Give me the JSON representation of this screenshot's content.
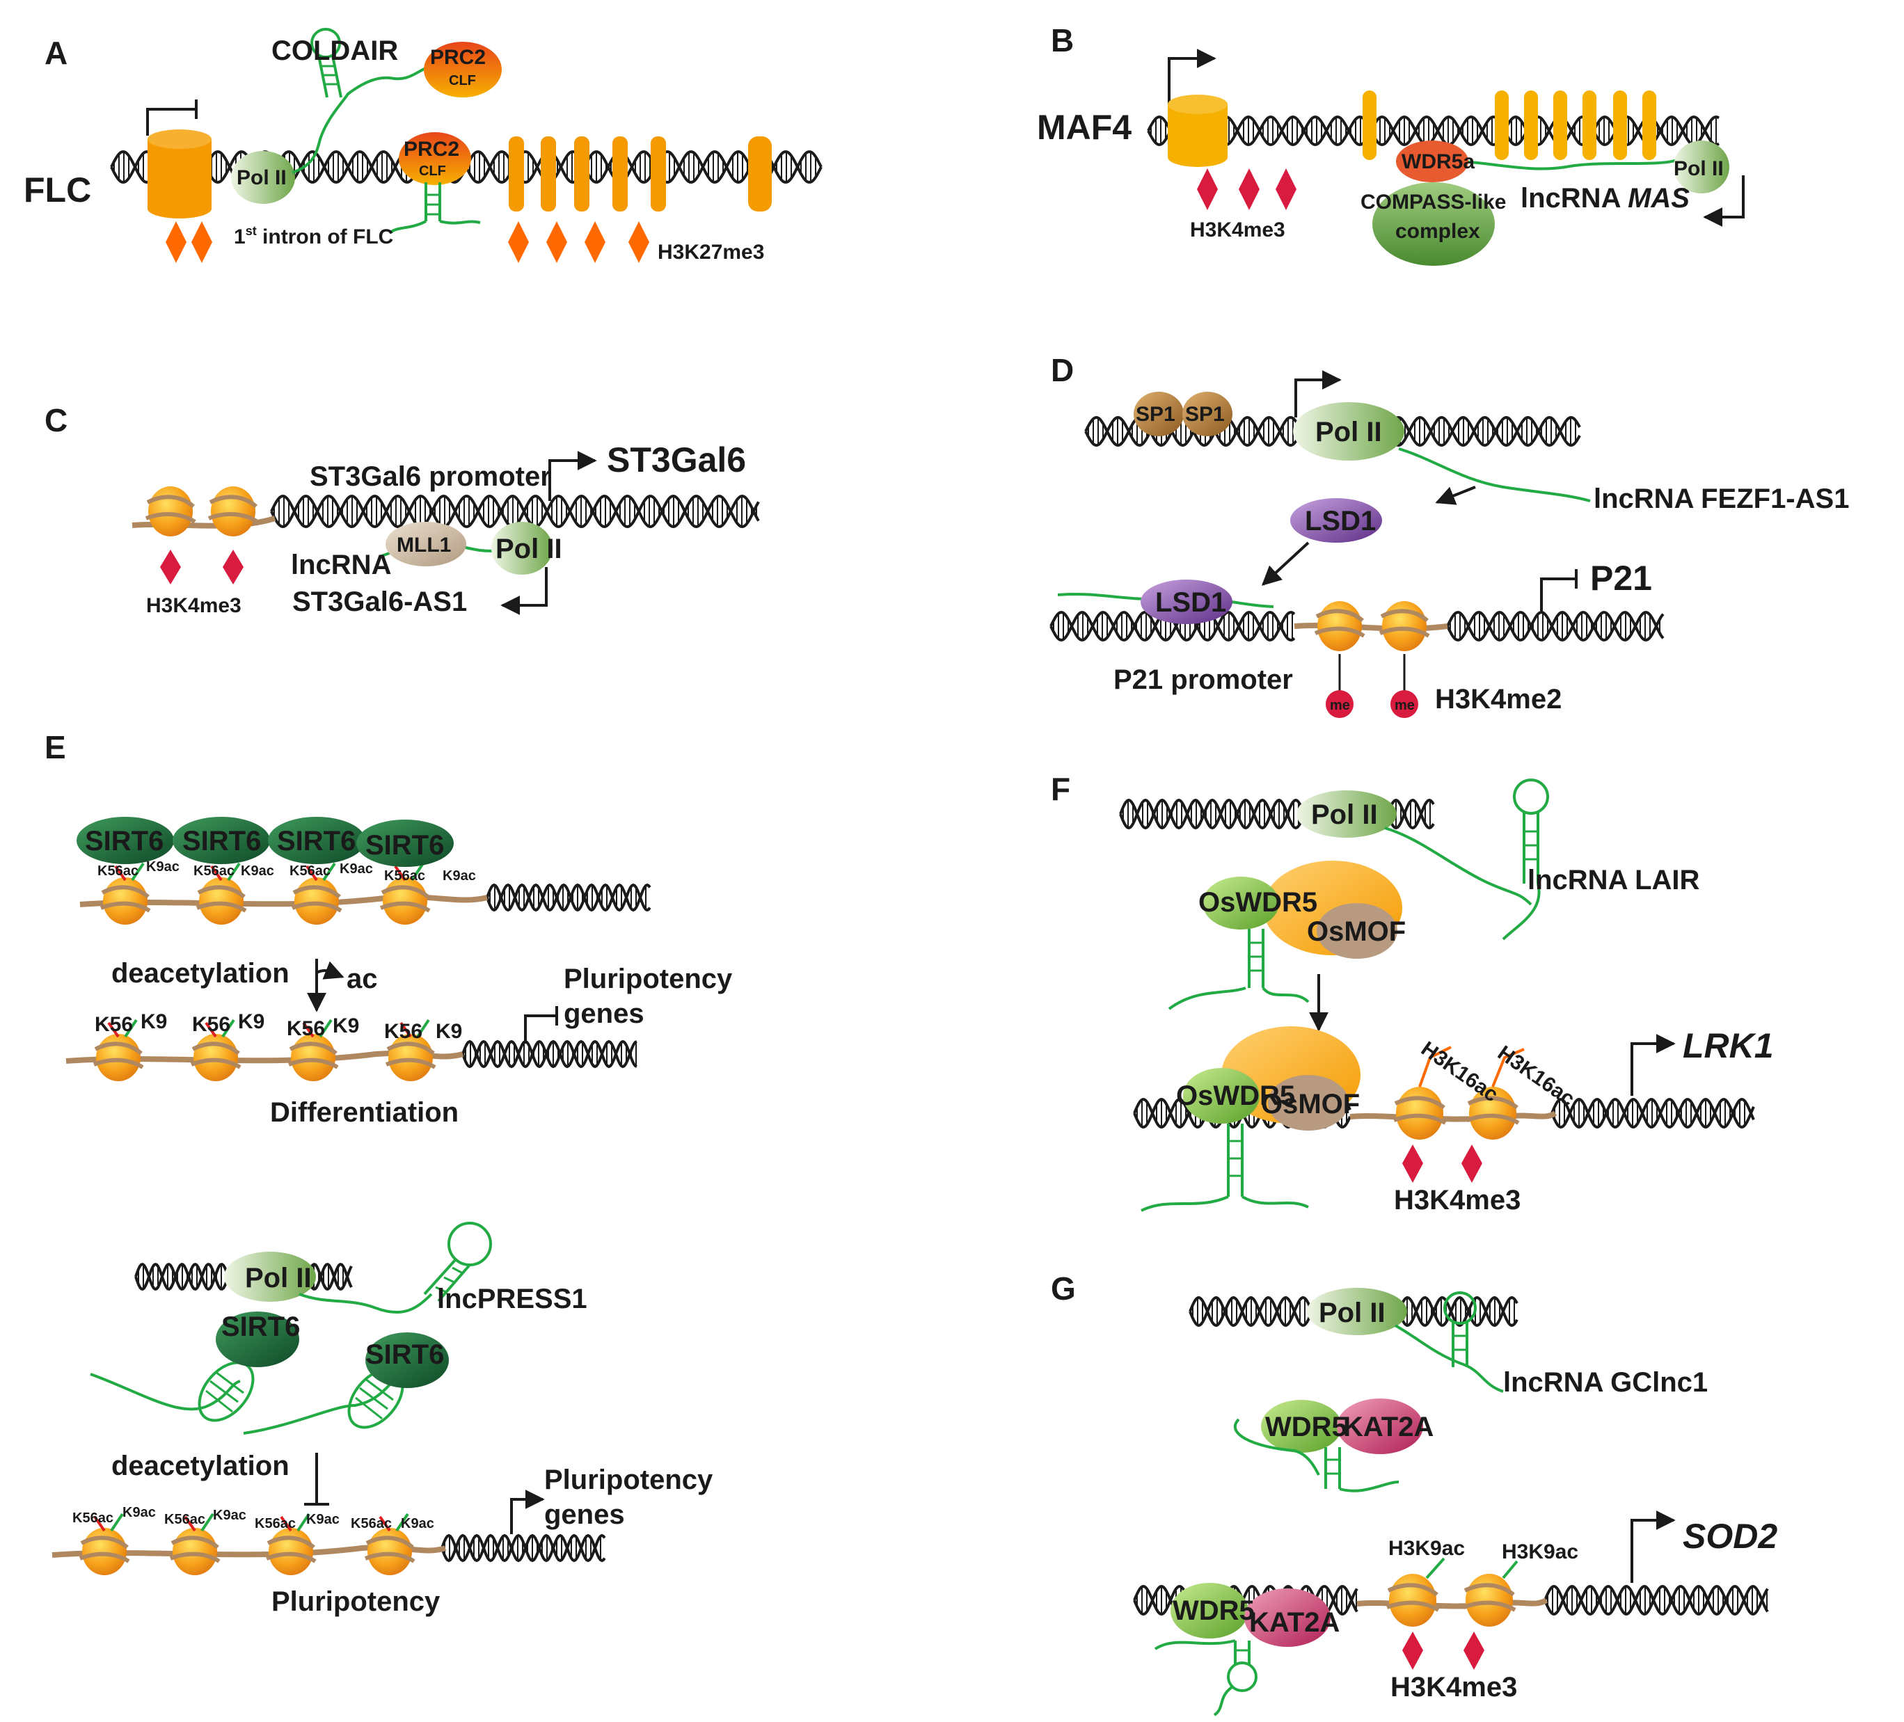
{
  "panels": {
    "A": {
      "letter": "A",
      "gene": "FLC",
      "coldair": "COLDAIR",
      "prc2": "PRC2",
      "clf": "CLF",
      "pol": "Pol II",
      "intron_sup": "st",
      "intron_num": "1",
      "intron_text": " intron of FLC",
      "mark": "H3K27me3"
    },
    "B": {
      "letter": "B",
      "gene": "MAF4",
      "wdr": "WDR5a",
      "compass1": "COMPASS-like",
      "compass2": "complex",
      "lnc": "lncRNA ",
      "lnc_name": "MAS",
      "pol": "Pol II",
      "mark": "H3K4me3"
    },
    "C": {
      "letter": "C",
      "promoter": "ST3Gal6 promoter",
      "gene": "ST3Gal6",
      "mll": "MLL1",
      "pol": "Pol II",
      "lnc1": "lncRNA",
      "lnc2": "ST3Gal6-AS1",
      "mark": "H3K4me3"
    },
    "D": {
      "letter": "D",
      "sp": "SP1",
      "pol": "Pol II",
      "lnc": "lncRNA FEZF1-AS1",
      "lsd": "LSD1",
      "gene": "P21",
      "promoter": "P21 promoter",
      "me": "me",
      "mark": "H3K4me2"
    },
    "E": {
      "letter": "E",
      "sirt": "SIRT6",
      "k56ac": "K56ac",
      "k9ac": "K9ac",
      "k56": "K56",
      "k9": "K9",
      "deac": "deacetylation",
      "ac": "ac",
      "plur1": "Pluripotency",
      "plur2": "genes",
      "diff": "Differentiation",
      "pol": "Pol II",
      "lnc": "lncPRESS1",
      "pluripotency": "Pluripotency"
    },
    "F": {
      "letter": "F",
      "pol": "Pol II",
      "lnc": "lncRNA LAIR",
      "wdr": "OsWDR5",
      "mof": "OsMOF",
      "ac": "H3K16ac",
      "gene": "LRK1",
      "mark": "H3K4me3"
    },
    "G": {
      "letter": "G",
      "pol": "Pol II",
      "lnc": "lncRNA GClnc1",
      "wdr": "WDR5",
      "kat": "KAT2A",
      "ac": "H3K9ac",
      "gene": "SOD2",
      "mark": "H3K4me3"
    }
  },
  "colors": {
    "dna": "#1a1a1a",
    "rna": "#22aa44",
    "orange": "#f5a000",
    "mark_a": "#ff6a00",
    "mark_red": "#d81b3f",
    "histone_tail": "#b08860",
    "sirt": "#1f6b3a",
    "pol": "#9cc47a",
    "lsd": "#8e5ab0",
    "kat": "#c8306a",
    "sp1": "#b07a3a",
    "mll": "#cbb59a",
    "wdr": "#7cc040",
    "prc2": "#ee5a20"
  }
}
